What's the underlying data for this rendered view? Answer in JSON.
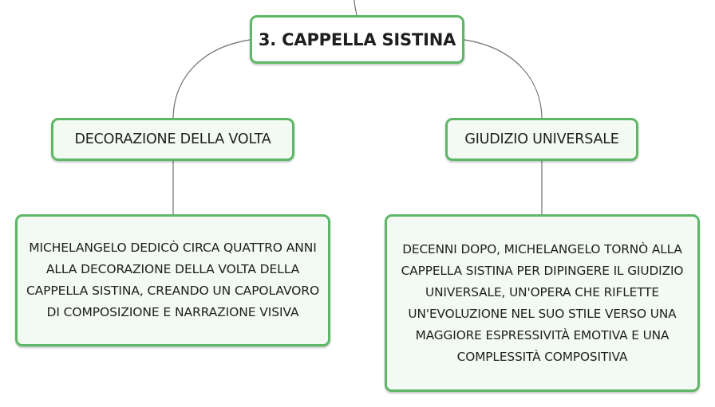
{
  "diagram": {
    "root": {
      "label": "3. CAPPELLA SISTINA"
    },
    "branches": [
      {
        "label": "DECORAZIONE DELLA VOLTA",
        "detail": "MICHELANGELO DEDICÒ CIRCA QUATTRO ANNI ALLA DECORAZIONE DELLA VOLTA DELLA CAPPELLA SISTINA, CREANDO UN CAPOLAVORO DI COMPOSIZIONE E NARRAZIONE VISIVA"
      },
      {
        "label": "GIUDIZIO UNIVERSALE",
        "detail": "DECENNI DOPO, MICHELANGELO TORNÒ ALLA CAPPELLA SISTINA PER DIPINGERE IL GIUDIZIO UNIVERSALE, UN'OPERA CHE RIFLETTE UN'EVOLUZIONE NEL SUO STILE VERSO UNA MAGGIORE ESPRESSIVITÀ EMOTIVA E UNA COMPLESSITÀ COMPOSITIVA"
      }
    ],
    "colors": {
      "node_border": "#5db766",
      "node_fill": "#f3f9f3",
      "root_fill": "#ffffff",
      "connector": "#6e6e6e",
      "text": "#1e1e1e"
    }
  }
}
